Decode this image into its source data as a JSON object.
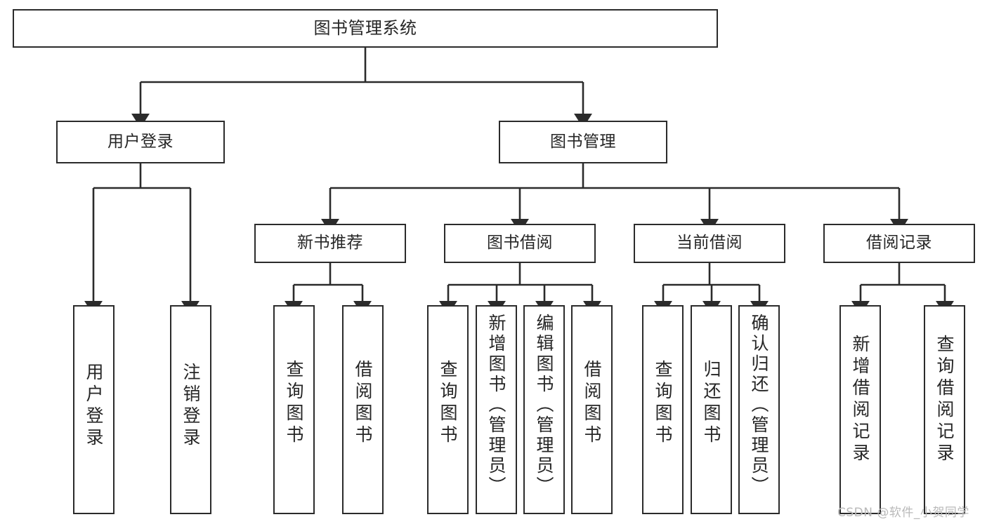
{
  "diagram": {
    "type": "tree-hierarchy-chart",
    "title": "图书管理系统",
    "line_color": "#2b2b2b",
    "box_fill": "#ffffff",
    "text_color": "#262626",
    "watermark": "CSDN @软件_小贺同学"
  },
  "nodes": {
    "root": {
      "label": "图书管理系统"
    },
    "level2": [
      {
        "id": "user-login",
        "label": "用户登录"
      },
      {
        "id": "book-manage",
        "label": "图书管理"
      }
    ],
    "level3": [
      {
        "id": "new-book-recommend",
        "label": "新书推荐"
      },
      {
        "id": "book-borrow",
        "label": "图书借阅"
      },
      {
        "id": "current-borrow",
        "label": "当前借阅"
      },
      {
        "id": "borrow-record",
        "label": "借阅记录"
      }
    ],
    "leaves": {
      "user_login": [
        {
          "id": "leaf-user-login",
          "label": "用户登录"
        },
        {
          "id": "leaf-user-logout",
          "label": "注销登录"
        }
      ],
      "new_book_recommend": [
        {
          "id": "leaf-query-book-1",
          "label": "查询图书"
        },
        {
          "id": "leaf-borrow-book-1",
          "label": "借阅图书"
        }
      ],
      "book_borrow": [
        {
          "id": "leaf-query-book-2",
          "label": "查询图书"
        },
        {
          "id": "leaf-add-book",
          "label": "新增图书（管理员）"
        },
        {
          "id": "leaf-edit-book",
          "label": "编辑图书（管理员）"
        },
        {
          "id": "leaf-borrow-book-2",
          "label": "借阅图书"
        }
      ],
      "current_borrow": [
        {
          "id": "leaf-query-book-3",
          "label": "查询图书"
        },
        {
          "id": "leaf-return-book",
          "label": "归还图书"
        },
        {
          "id": "leaf-confirm-return",
          "label": "确认归还（管理员）"
        }
      ],
      "borrow_record": [
        {
          "id": "leaf-add-record",
          "label": "新增借阅记录"
        },
        {
          "id": "leaf-query-record",
          "label": "查询借阅记录"
        }
      ]
    }
  }
}
